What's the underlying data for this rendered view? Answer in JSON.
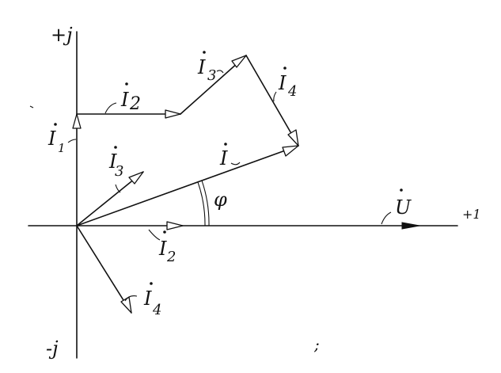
{
  "axes": {
    "positive_imag": "+j",
    "negative_imag": "-j",
    "positive_real": "+1"
  },
  "phasors": {
    "U": {
      "symbol": "U"
    },
    "I": {
      "symbol": "I"
    },
    "I1": {
      "symbol": "I",
      "subscript": "1"
    },
    "I2": {
      "symbol": "I",
      "subscript": "2"
    },
    "I3": {
      "symbol": "I",
      "subscript": "3"
    },
    "I4": {
      "symbol": "I",
      "subscript": "4"
    }
  },
  "angle_label": "φ",
  "stray_mark": ";"
}
